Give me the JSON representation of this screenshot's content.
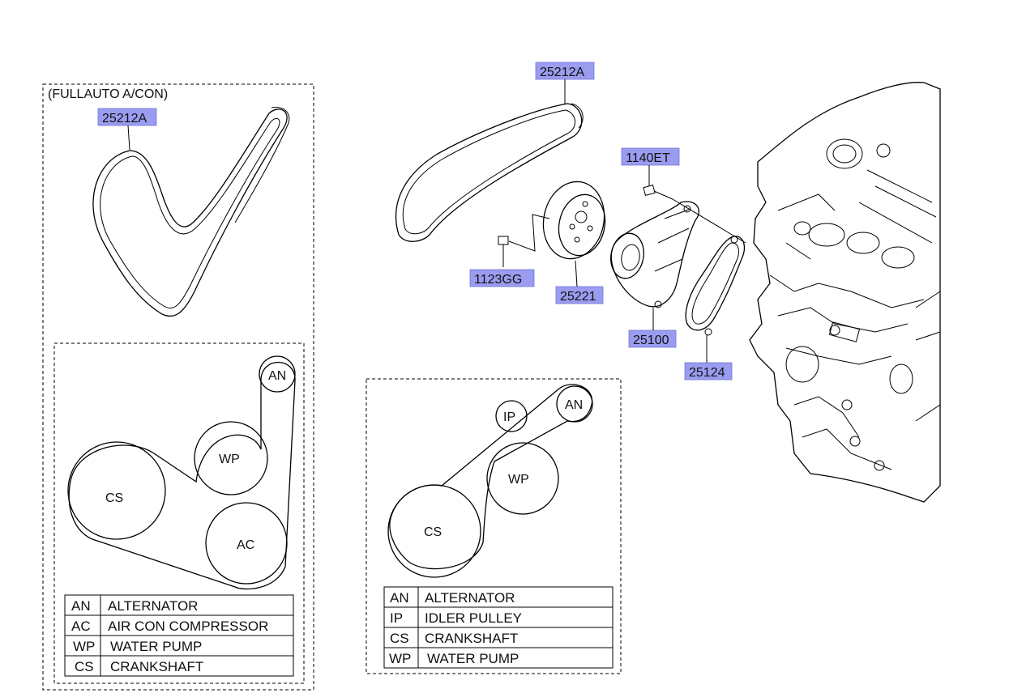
{
  "header_note": "(FULLAUTO A/CON)",
  "parts": {
    "belt_left": "25212A",
    "belt_top": "25212A",
    "bolt_top": "1140ET",
    "bolt_left": "1123GG",
    "pulley": "25221",
    "water_pump": "25100",
    "gasket": "25124"
  },
  "left_layout": {
    "pulleys": {
      "an": "AN",
      "wp": "WP",
      "cs": "CS",
      "ac": "AC"
    },
    "legend": [
      {
        "code": "AN",
        "name": "ALTERNATOR"
      },
      {
        "code": "AC",
        "name": "AIR CON COMPRESSOR"
      },
      {
        "code": "WP",
        "name": "WATER PUMP"
      },
      {
        "code": "CS",
        "name": "CRANKSHAFT"
      }
    ]
  },
  "right_layout": {
    "pulleys": {
      "ip": "IP",
      "an": "AN",
      "wp": "WP",
      "cs": "CS"
    },
    "legend": [
      {
        "code": "AN",
        "name": "ALTERNATOR"
      },
      {
        "code": "IP",
        "name": "IDLER PULLEY"
      },
      {
        "code": "CS",
        "name": "CRANKSHAFT"
      },
      {
        "code": "WP",
        "name": "WATER PUMP"
      }
    ]
  },
  "colors": {
    "label_fill": "#9a9cf0",
    "line": "#000000",
    "background": "#ffffff"
  }
}
